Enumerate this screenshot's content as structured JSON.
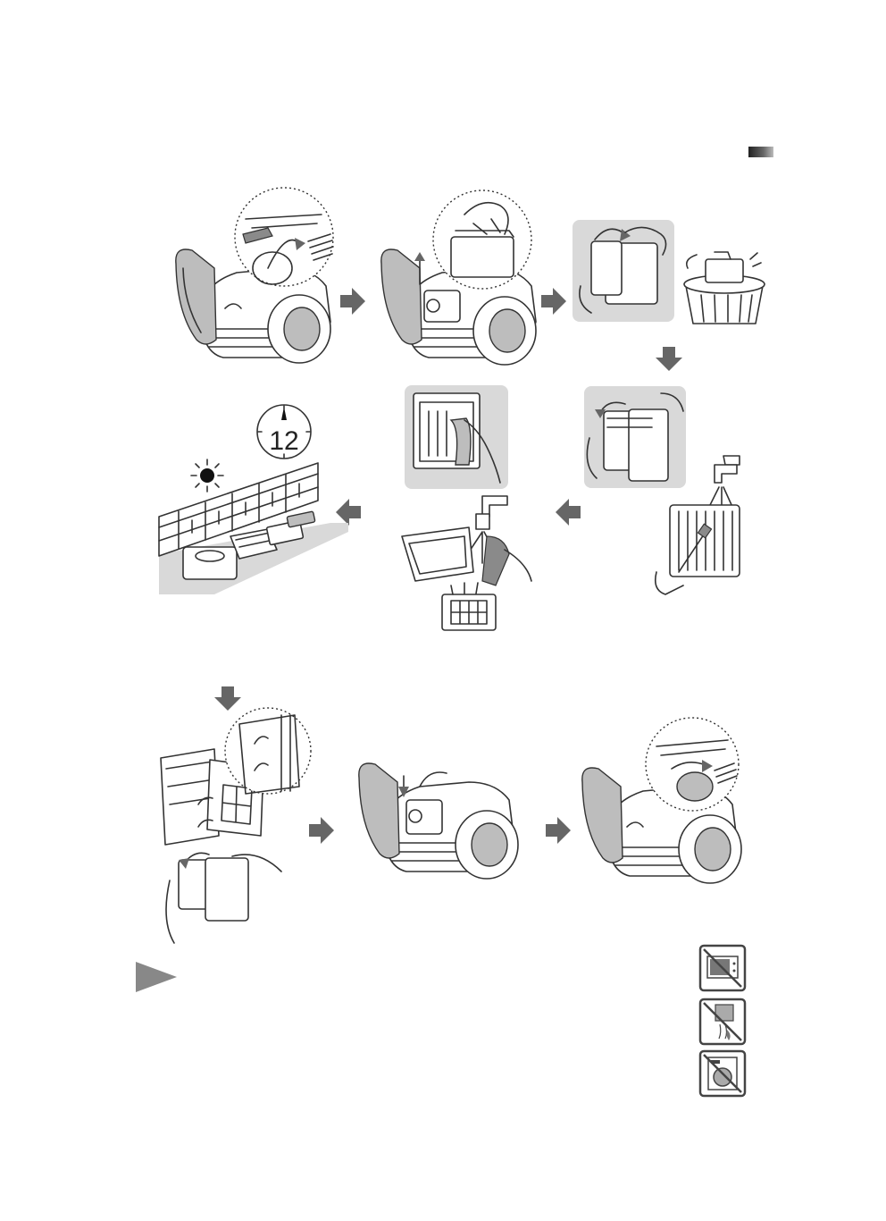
{
  "steps": [
    {
      "id": "open-cover-unlock-dust-bin"
    },
    {
      "id": "lift-dust-bin-out"
    },
    {
      "id": "empty-dust-bin-in-trash"
    },
    {
      "id": "open-bin-and-remove-filter"
    },
    {
      "id": "rinse-filter-under-tap"
    },
    {
      "id": "wash-parts-and-filter"
    },
    {
      "id": "dry-parts-in-shade"
    },
    {
      "id": "reassemble-filter-into-bin"
    },
    {
      "id": "insert-dust-bin"
    },
    {
      "id": "lock-and-close-cover"
    }
  ],
  "clock": {
    "label": "12"
  },
  "warnings": [
    {
      "icon": "no-microwave-oven-icon"
    },
    {
      "icon": "no-hair-dryer-icon"
    },
    {
      "icon": "no-washing-machine-icon"
    }
  ],
  "colors": {
    "arrow": "#666666",
    "panel": "#d9d9d9",
    "ink": "#333333"
  }
}
